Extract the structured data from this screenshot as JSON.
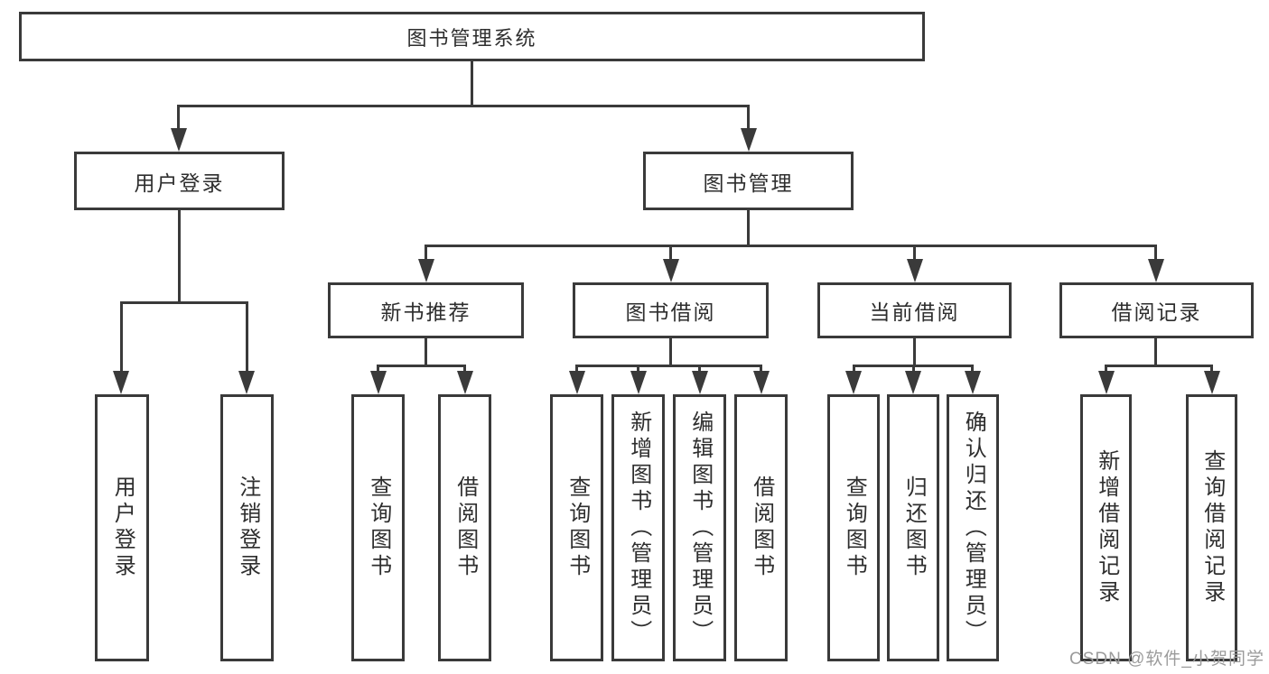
{
  "colors": {
    "line": "#3a3a3a",
    "text": "#2e2e2e",
    "background": "#ffffff",
    "watermark": "#9b9b9b"
  },
  "diagram": {
    "root": {
      "label": "图书管理系统"
    },
    "level2": [
      {
        "label": "用户登录"
      },
      {
        "label": "图书管理"
      }
    ],
    "level3": [
      {
        "label": "新书推荐"
      },
      {
        "label": "图书借阅"
      },
      {
        "label": "当前借阅"
      },
      {
        "label": "借阅记录"
      }
    ],
    "leaves": [
      {
        "label": "用户登录"
      },
      {
        "label": "注销登录"
      },
      {
        "label": "查询图书"
      },
      {
        "label": "借阅图书"
      },
      {
        "label": "查询图书"
      },
      {
        "label": "新增图书（管理员）"
      },
      {
        "label": "编辑图书（管理员）"
      },
      {
        "label": "借阅图书"
      },
      {
        "label": "查询图书"
      },
      {
        "label": "归还图书"
      },
      {
        "label": "确认归还（管理员）"
      },
      {
        "label": "新增借阅记录"
      },
      {
        "label": "查询借阅记录"
      }
    ]
  },
  "watermark": {
    "text": "CSDN @软件_小贺同学"
  }
}
